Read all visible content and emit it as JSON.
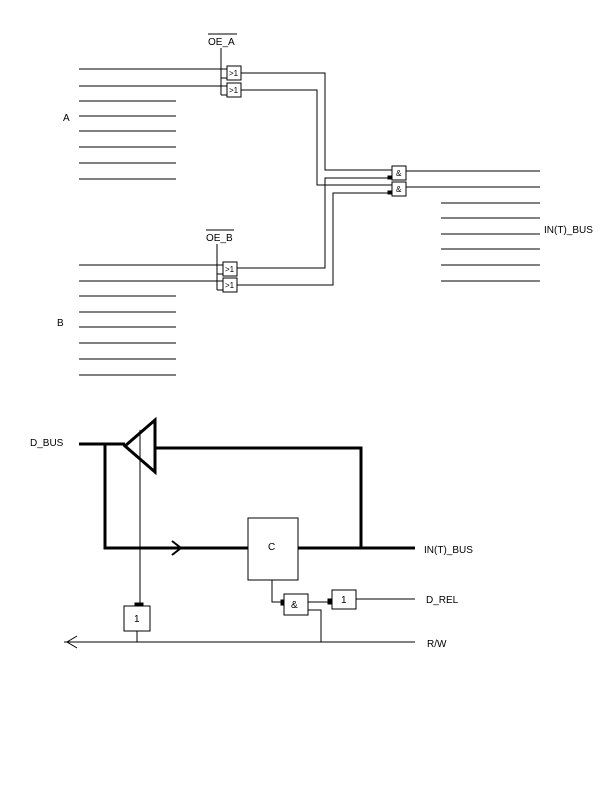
{
  "labels": {
    "oe_a": "OE_A",
    "oe_b": "OE_B",
    "bus_a": "A",
    "bus_b": "B",
    "int_bus_top": "IN(T)_BUS",
    "d_bus": "D_BUS",
    "int_bus_bottom": "IN(T)_BUS",
    "d_rel": "D_REL",
    "rw": "R/W"
  },
  "gates": {
    "or_symbol": ">1",
    "and_symbol": "&",
    "not_symbol": "1",
    "latch_symbol": "C"
  }
}
